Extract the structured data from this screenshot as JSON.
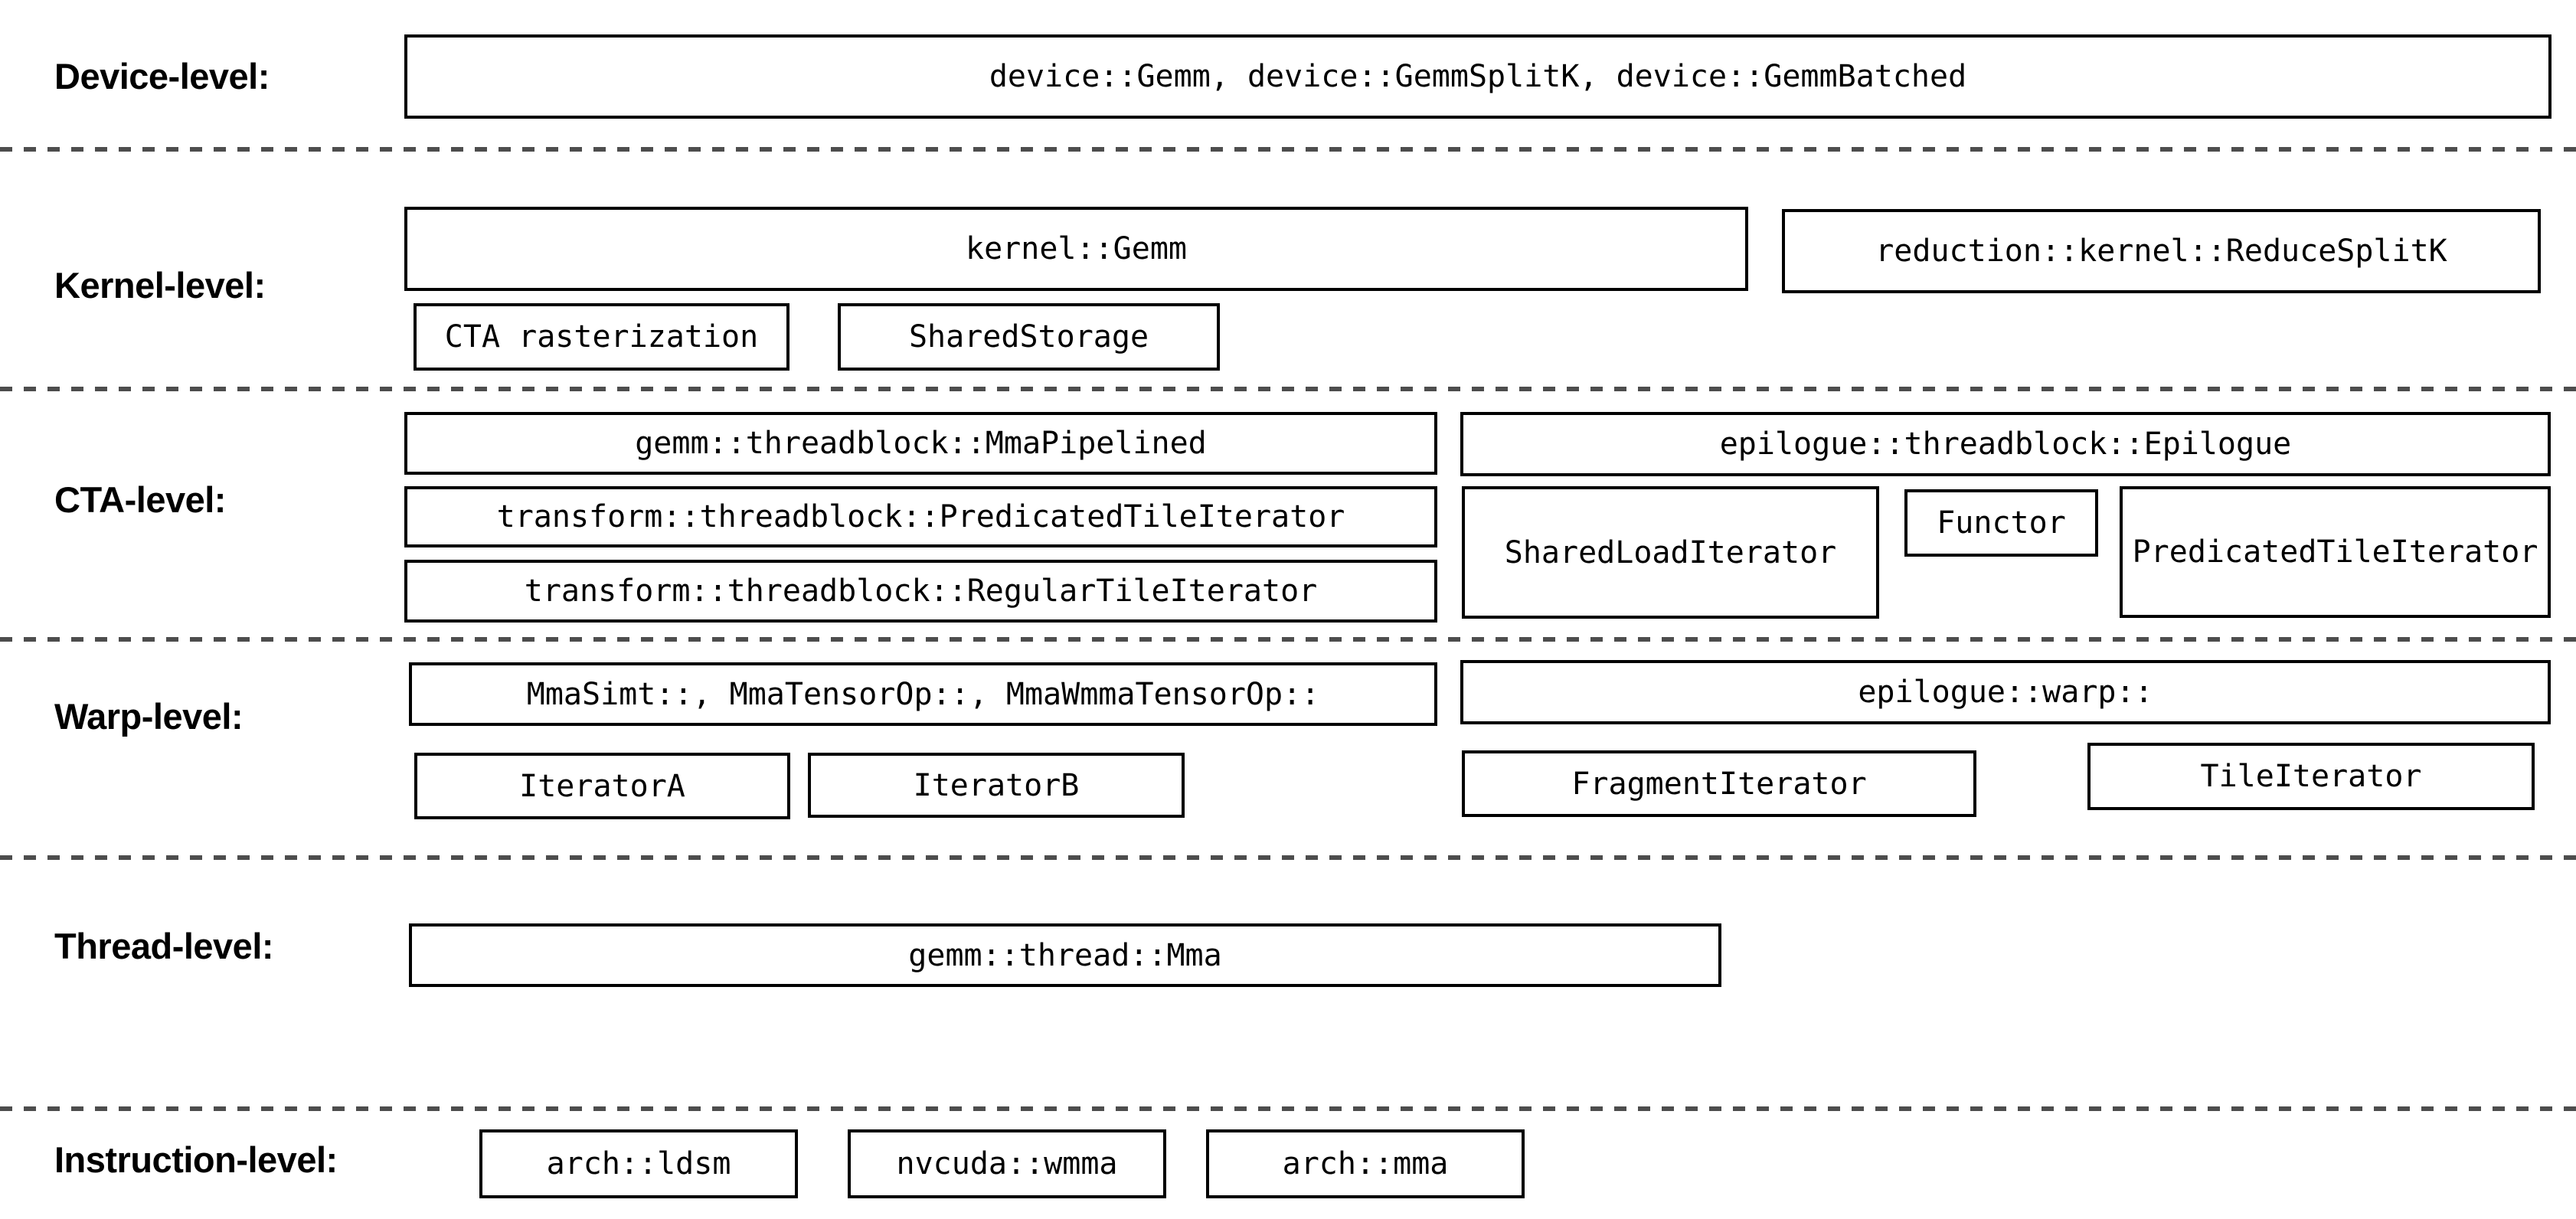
{
  "colors": {
    "background": "#ffffff",
    "box_border": "#000000",
    "text": "#000000",
    "divider": "#4d4d4d"
  },
  "levels": {
    "device": {
      "label": "Device-level:",
      "boxes": {
        "main": "device::Gemm, device::GemmSplitK, device::GemmBatched"
      }
    },
    "kernel": {
      "label": "Kernel-level:",
      "boxes": {
        "gemm": "kernel::Gemm",
        "reduce_splitk": "reduction::kernel::ReduceSplitK",
        "cta_rasterization": "CTA rasterization",
        "shared_storage": "SharedStorage"
      }
    },
    "cta": {
      "label": "CTA-level:",
      "boxes": {
        "mma_pipelined": "gemm::threadblock::MmaPipelined",
        "predicated_tile_iterator": "transform::threadblock::PredicatedTileIterator",
        "regular_tile_iterator": "transform::threadblock::RegularTileIterator",
        "epilogue": "epilogue::threadblock::Epilogue",
        "shared_load_iterator": "SharedLoadIterator",
        "functor": "Functor",
        "epilogue_predicated_tile_iterator": "PredicatedTileIterator"
      }
    },
    "warp": {
      "label": "Warp-level:",
      "boxes": {
        "mma": "MmaSimt::, MmaTensorOp::, MmaWmmaTensorOp::",
        "iterator_a": "IteratorA",
        "iterator_b": "IteratorB",
        "epilogue_warp": "epilogue::warp::",
        "fragment_iterator": "FragmentIterator",
        "tile_iterator": "TileIterator"
      }
    },
    "thread": {
      "label": "Thread-level:",
      "boxes": {
        "mma": "gemm::thread::Mma"
      }
    },
    "instruction": {
      "label": "Instruction-level:",
      "boxes": {
        "ldsm": "arch::ldsm",
        "wmma": "nvcuda::wmma",
        "mma": "arch::mma"
      }
    }
  }
}
